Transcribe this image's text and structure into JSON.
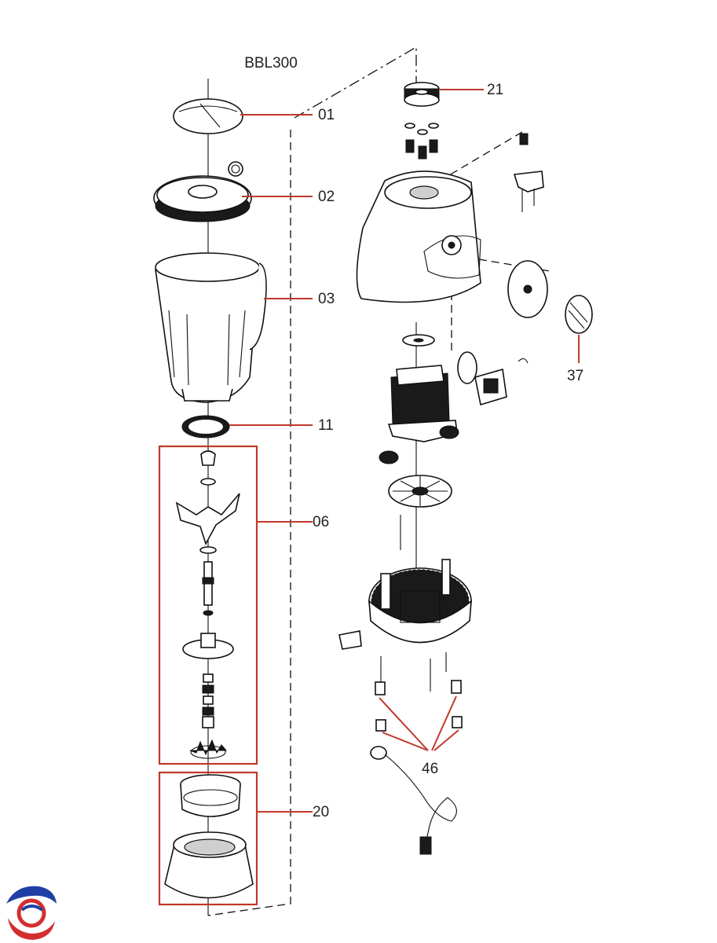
{
  "diagram": {
    "model": "BBL300",
    "callouts": {
      "p01": "01",
      "p02": "02",
      "p03": "03",
      "p11": "11",
      "p06": "06",
      "p20": "20",
      "p21": "21",
      "p37": "37",
      "p46": "46"
    }
  },
  "colors": {
    "highlight": "#c0392b",
    "line": "#111111",
    "logo_red": "#d32f2f",
    "logo_blue": "#1f3fa6"
  }
}
